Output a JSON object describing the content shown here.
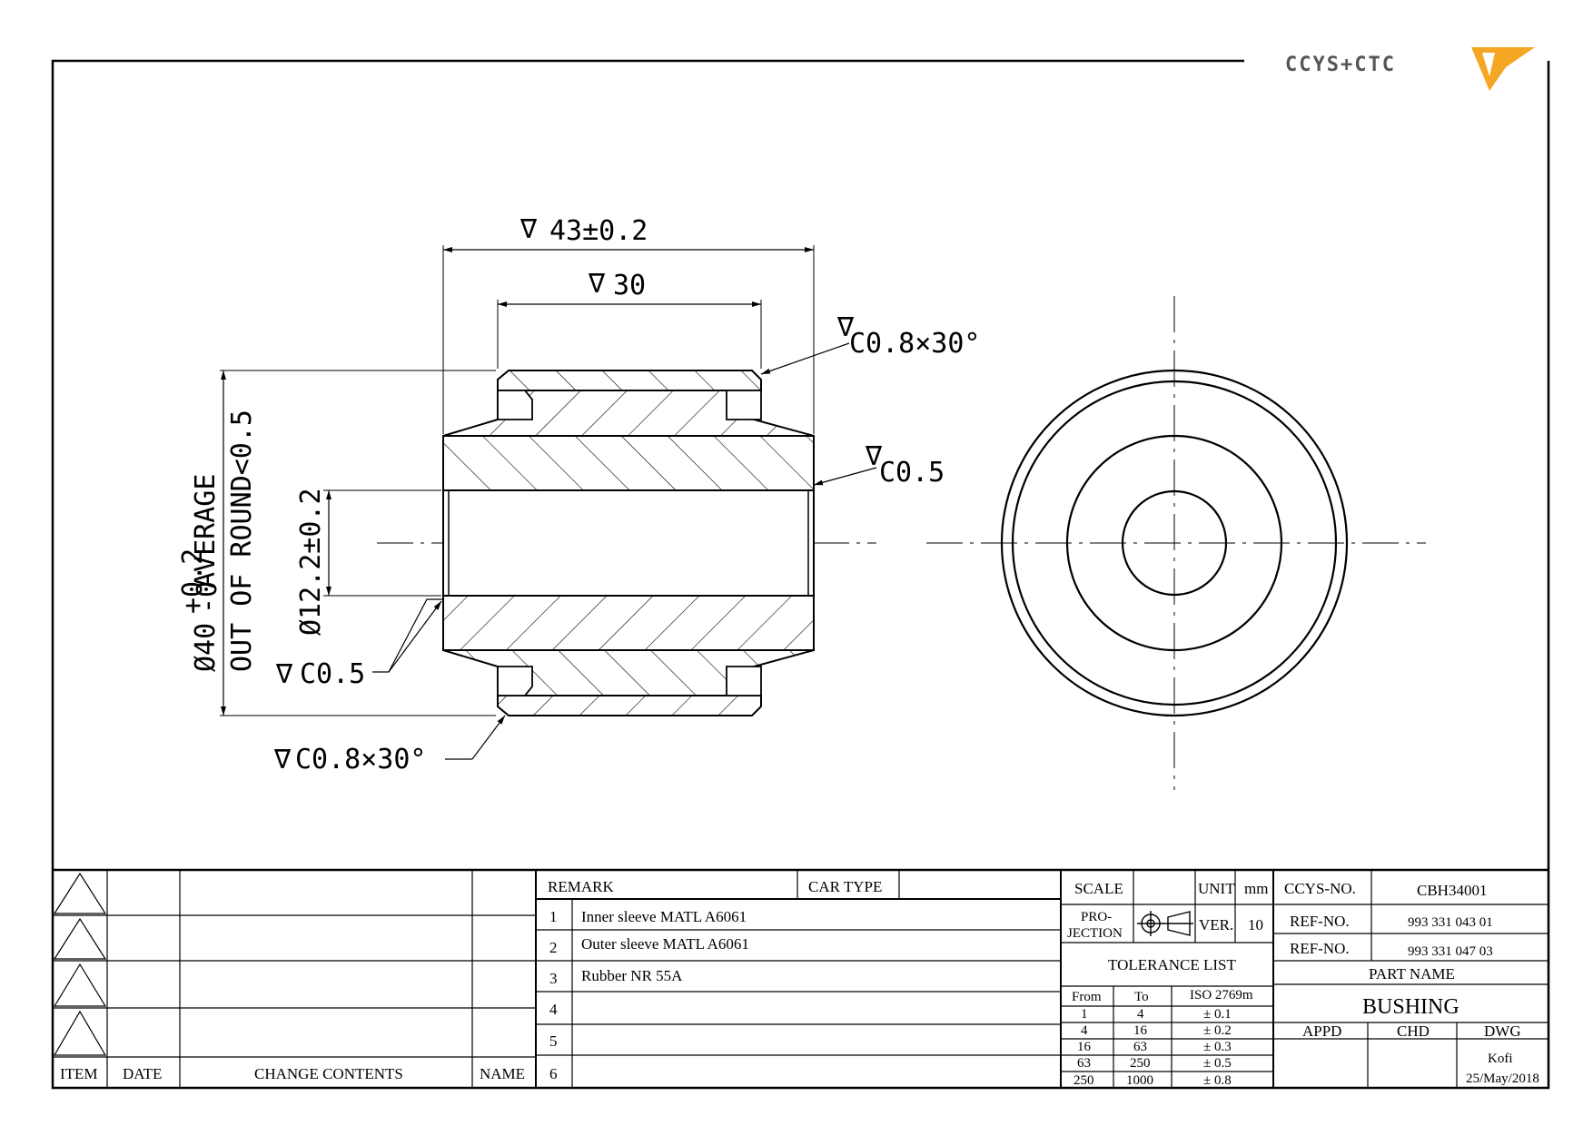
{
  "logo": {
    "text": "CCYS+CTC",
    "accent": "#f5a623"
  },
  "dimensions": {
    "outer_dia": "43±0.2",
    "inner_dia_top": "30",
    "chamfer_top": "C0.8×30°",
    "chamfer_right": "C0.5",
    "bore": "Ø12.2±0.2",
    "avg_dia_main": "Ø40",
    "avg_dia_tol_up": "+0.2",
    "avg_dia_tol_low": "-0",
    "avg_dia_suffix": " AVERAGE",
    "out_of_round": "OUT OF ROUND<0.5",
    "chamfer_left": "C0.5",
    "chamfer_bottom": "C0.8×30°"
  },
  "revision": {
    "headers": {
      "item": "ITEM",
      "date": "DATE",
      "change": "CHANGE CONTENTS",
      "name": "NAME"
    }
  },
  "remarks": {
    "header": "REMARK",
    "car_type": "CAR TYPE",
    "rows": [
      {
        "no": "1",
        "text": "Inner sleeve MATL A6061"
      },
      {
        "no": "2",
        "text": "Outer sleeve MATL A6061"
      },
      {
        "no": "3",
        "text": "Rubber NR 55A"
      },
      {
        "no": "4",
        "text": ""
      },
      {
        "no": "5",
        "text": ""
      },
      {
        "no": "6",
        "text": ""
      }
    ]
  },
  "title_block": {
    "scale_label": "SCALE",
    "unit_label": "UNIT",
    "unit_value": "mm",
    "projection_1": "PRO-",
    "projection_2": "JECTION",
    "ver_label": "VER.",
    "ver_value": "10",
    "tolerance_title": "TOLERANCE LIST",
    "tolerance_headers": {
      "from": "From",
      "to": "To",
      "std": "ISO 2769m"
    },
    "tolerances": [
      {
        "from": "1",
        "to": "4",
        "tol": "± 0.1"
      },
      {
        "from": "4",
        "to": "16",
        "tol": "± 0.2"
      },
      {
        "from": "16",
        "to": "63",
        "tol": "± 0.3"
      },
      {
        "from": "63",
        "to": "250",
        "tol": "± 0.5"
      },
      {
        "from": "250",
        "to": "1000",
        "tol": "± 0.8"
      }
    ],
    "ccys_label": "CCYS-NO.",
    "ccys_value": "CBH34001",
    "ref1_label": "REF-NO.",
    "ref1_value": "993 331 043 01",
    "ref2_label": "REF-NO.",
    "ref2_value": "993 331 047 03",
    "part_name_label": "PART NAME",
    "part_name": "BUSHING",
    "appd": "APPD",
    "chd": "CHD",
    "dwg": "DWG",
    "drawer": "Kofi",
    "date": "25/May/2018"
  }
}
